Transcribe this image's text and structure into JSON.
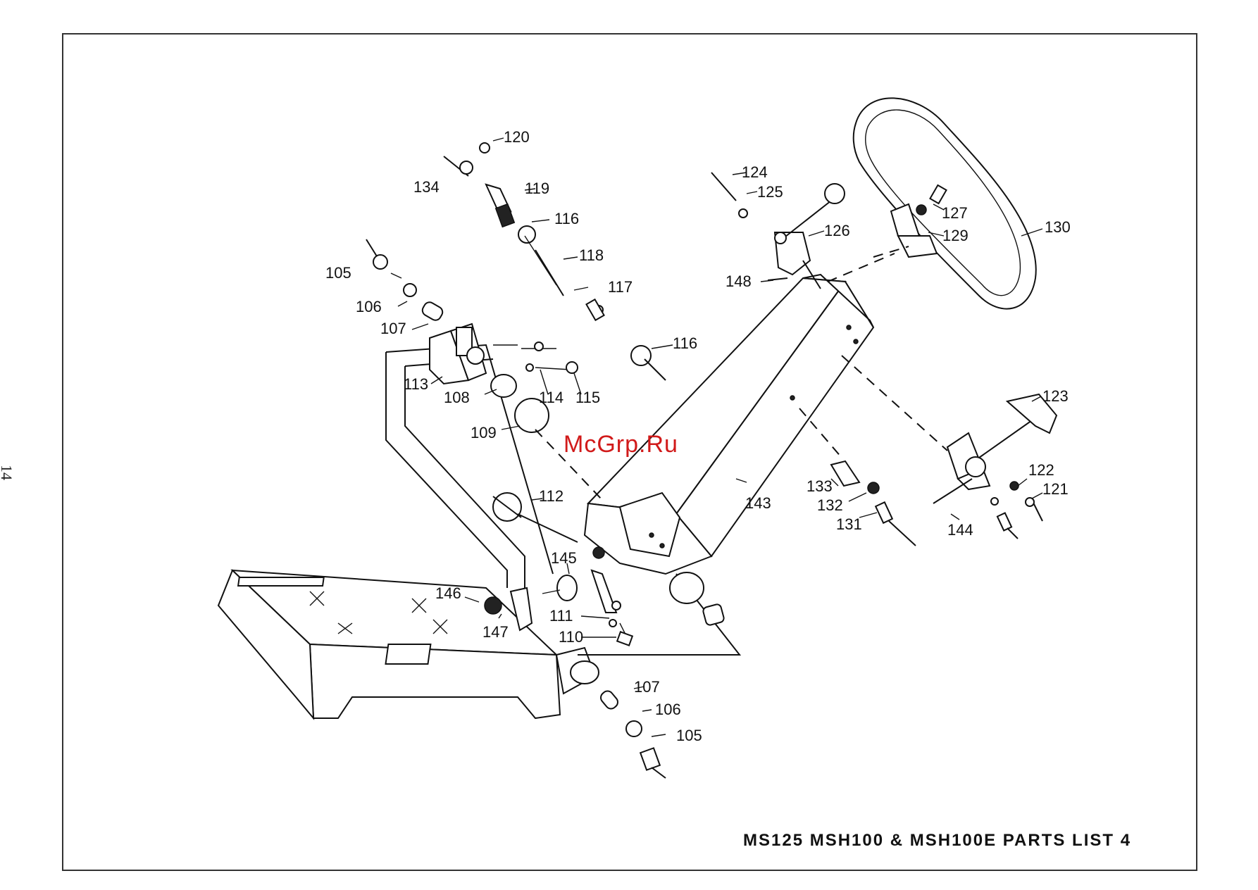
{
  "page_number": "14",
  "footer_title": "MS125 MSH100 & MSH100E PARTS LIST 4",
  "watermark": "McGrp.Ru",
  "watermark_color": "#d11a1a",
  "callouts": {
    "c120": "120",
    "c134": "134",
    "c119": "119",
    "c116a": "116",
    "c118": "118",
    "c117": "117",
    "c116b": "116",
    "c105a": "105",
    "c106a": "106",
    "c107a": "107",
    "c113": "113",
    "c108": "108",
    "c114": "114",
    "c115": "115",
    "c109": "109",
    "c112": "112",
    "c145": "145",
    "c146": "146",
    "c147": "147",
    "c111": "111",
    "c110": "110",
    "c107b": "107",
    "c106b": "106",
    "c105b": "105",
    "c124": "124",
    "c125": "125",
    "c126": "126",
    "c148": "148",
    "c127": "127",
    "c129": "129",
    "c130": "130",
    "c143": "143",
    "c133": "133",
    "c132": "132",
    "c131": "131",
    "c144": "144",
    "c123": "123",
    "c122": "122",
    "c121": "121"
  }
}
